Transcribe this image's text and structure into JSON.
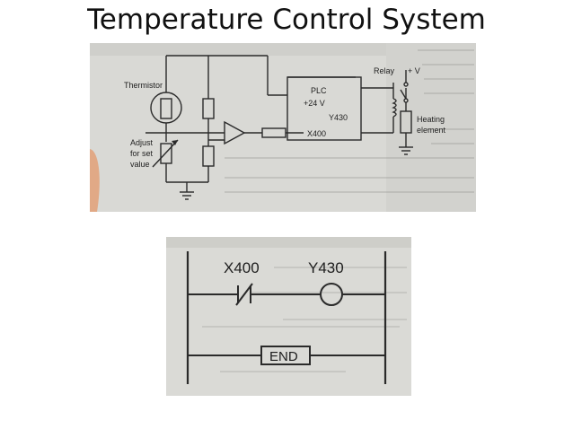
{
  "slide": {
    "title": "Temperature Control System"
  },
  "circuit": {
    "thermistor_label": "Thermistor",
    "adjust_label_line1": "Adjust",
    "adjust_label_line2": "for set",
    "adjust_label_line3": "value",
    "plc_label": "PLC",
    "plc_supply_label": "+24 V",
    "plc_output_label": "Y430",
    "plc_input_label": "X400",
    "relay_label": "Relay",
    "supply_label": "+ V",
    "heating_label_line1": "Heating",
    "heating_label_line2": "element"
  },
  "ladder": {
    "contact_label": "X400",
    "coil_label": "Y430",
    "end_label": "END"
  }
}
